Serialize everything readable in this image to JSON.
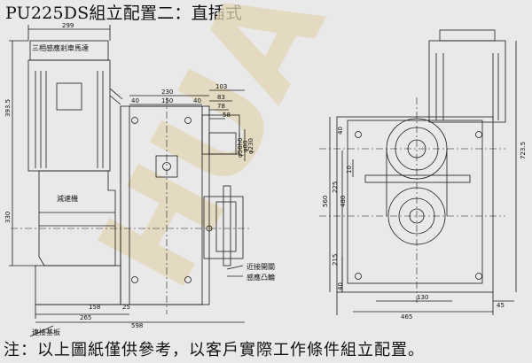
{
  "title": "PU225DS組立配置二：直插式",
  "watermark": "HUAYU",
  "labels": {
    "motor": "三相感應剎車馬達",
    "reducer": "減速機",
    "proximity_switch": "近接開關",
    "sensor_cam": "感應凸輪",
    "base_plate": "連接基板"
  },
  "dimensions": {
    "d299": "299",
    "d393_5": "393.5",
    "d330": "330",
    "d230": "230",
    "d103": "103",
    "d83": "83",
    "d78": "78",
    "d58": "58",
    "d150": "150",
    "d40a": "40",
    "d40b": "40",
    "d158": "158",
    "d265": "265",
    "d598": "598",
    "d25": "25",
    "phi56h6": "φ56h6",
    "phi80": "φ80",
    "phi230": "φ230",
    "d723_5": "723.5",
    "d560": "560",
    "d480": "480",
    "d225": "225",
    "d215": "215",
    "d10": "10",
    "d130": "130",
    "d465": "465",
    "d45": "45",
    "d40c": "40",
    "d40d": "40"
  },
  "note": "注：以上圖紙僅供參考，以客戶實際工作條件組立配置。",
  "colors": {
    "line": "#1a1a1a",
    "background": "#e9e9e9",
    "watermark": "#e3d6b4"
  }
}
